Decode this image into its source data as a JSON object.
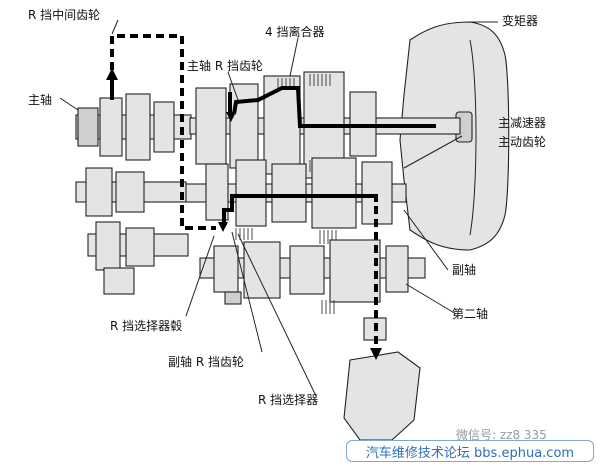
{
  "labels": {
    "r_idler_gear": "R 挡中间齿轮",
    "main_shaft": "主轴",
    "fourth_clutch": "4 挡离合器",
    "torque_converter": "变矩器",
    "main_r_gear": "主轴 R 挡齿轮",
    "final_drive_gear": "主减速器",
    "final_drive_gear_2": "主动齿轮",
    "countershaft": "副轴",
    "second_shaft": "第二轴",
    "r_selector_hub": "R 挡选择器毂",
    "countershaft_r_gear": "副轴 R 挡齿轮",
    "r_selector": "R 挡选择器"
  },
  "watermark": {
    "wechat": "微信号: zz8 335",
    "forum": "汽车维修技术论坛 bbs.ephua.com"
  },
  "colors": {
    "line": "#222222",
    "power_flow": "#000000",
    "watermark": "#2a6fb7"
  }
}
